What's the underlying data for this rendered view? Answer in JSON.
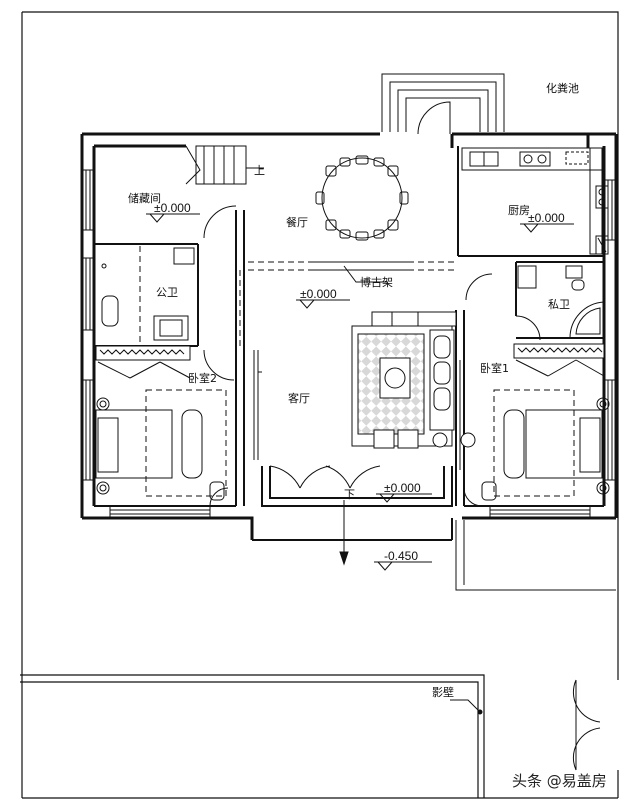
{
  "rooms": {
    "storage": "储藏间",
    "dining": "餐厅",
    "kitchen": "厨房",
    "public_bath": "公卫",
    "shelf": "博古架",
    "private_bath": "私卫",
    "bedroom2": "卧室2",
    "bedroom1": "卧室1",
    "living": "客厅",
    "septic": "化粪池",
    "screen_wall": "影壁"
  },
  "stairs": {
    "up": "上",
    "down": "下"
  },
  "levels": {
    "storage": "±0.000",
    "kitchen": "±0.000",
    "hall": "±0.000",
    "entry": "±0.000",
    "outdoor": "-0.450"
  },
  "watermark": "头条 @易盖房"
}
